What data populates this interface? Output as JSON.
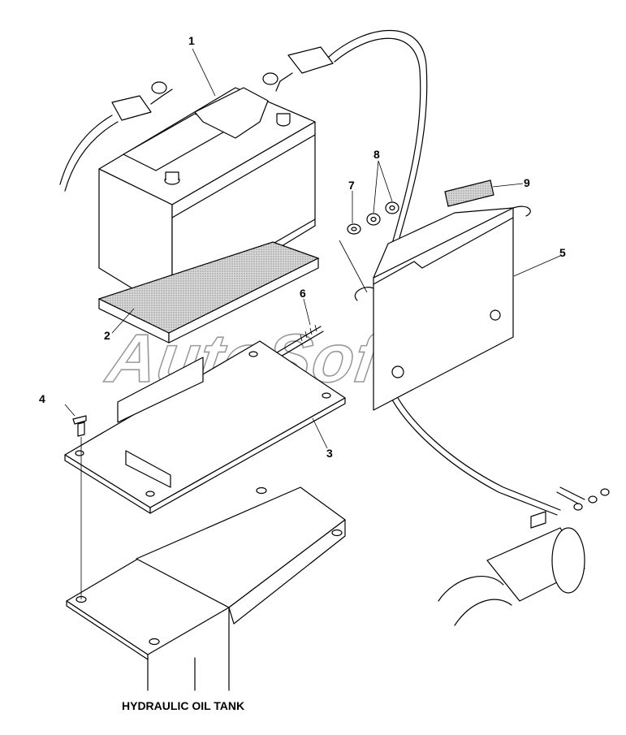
{
  "callouts": [
    {
      "id": "c1",
      "label": "1"
    },
    {
      "id": "c2",
      "label": "2"
    },
    {
      "id": "c3",
      "label": "3"
    },
    {
      "id": "c4",
      "label": "4"
    },
    {
      "id": "c5",
      "label": "5"
    },
    {
      "id": "c6",
      "label": "6"
    },
    {
      "id": "c7",
      "label": "7"
    },
    {
      "id": "c8",
      "label": "8"
    },
    {
      "id": "c9",
      "label": "9"
    }
  ],
  "caption": "HYDRAULIC OIL TANK",
  "watermark": "AutoSoft"
}
